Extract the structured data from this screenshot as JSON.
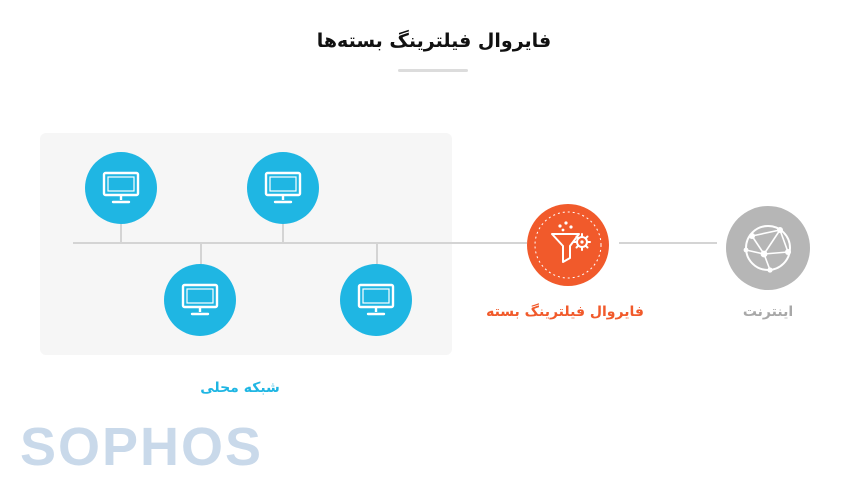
{
  "title": "فایروال فیلترینگ بسته‌ها",
  "nodes": {
    "firewall_label": "فایروال فیلترینگ بسته",
    "internet_label": "اینترنت",
    "lan_label": "شبکه محلی"
  },
  "logo": "SOPHOS",
  "icons": {
    "computer": "monitor-icon",
    "firewall": "funnel-gear-icon",
    "internet": "globe-network-icon"
  },
  "colors": {
    "lan": "#1fb6e3",
    "firewall": "#f15a2b",
    "internet": "#b6b6b6",
    "logo": "#c9d9ea"
  }
}
